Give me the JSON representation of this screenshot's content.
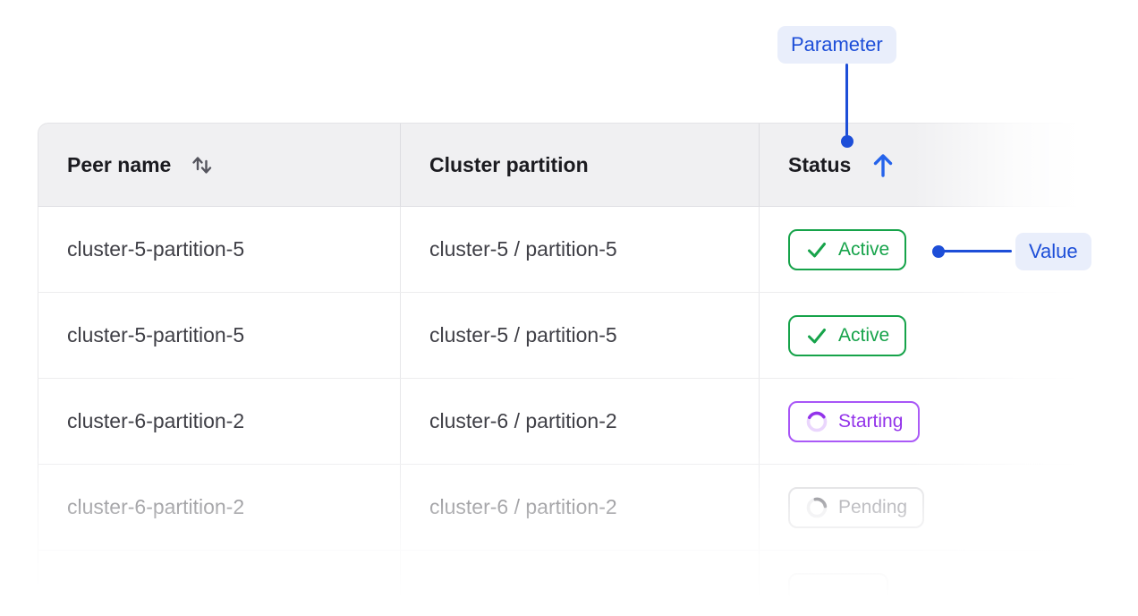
{
  "annotations": {
    "parameter_chip": "Parameter",
    "value_chip": "Value"
  },
  "colors": {
    "annotation_blue": "#1d4ed8",
    "annotation_chip_bg": "#e9eefb",
    "active_green": "#16a34a",
    "starting_purple": "#a855f7",
    "pending_gray": "#71717a",
    "header_bg": "#f0f0f2"
  },
  "table": {
    "columns": [
      {
        "label": "Peer name",
        "sort_state": "sortable",
        "icon": "sort-updown-icon"
      },
      {
        "label": "Cluster partition",
        "sort_state": "none",
        "icon": ""
      },
      {
        "label": "Status",
        "sort_state": "ascending",
        "icon": "arrow-up-icon"
      }
    ],
    "rows": [
      {
        "peer_name": "cluster-5-partition-5",
        "cluster_partition": "cluster-5 / partition-5",
        "status": {
          "label": "Active",
          "variant": "active",
          "icon": "check-icon"
        }
      },
      {
        "peer_name": "cluster-5-partition-5",
        "cluster_partition": "cluster-5 / partition-5",
        "status": {
          "label": "Active",
          "variant": "active",
          "icon": "check-icon"
        }
      },
      {
        "peer_name": "cluster-6-partition-2",
        "cluster_partition": "cluster-6 / partition-2",
        "status": {
          "label": "Starting",
          "variant": "starting",
          "icon": "spinner-icon"
        }
      },
      {
        "peer_name": "cluster-6-partition-2",
        "cluster_partition": "cluster-6 / partition-2",
        "status": {
          "label": "Pending",
          "variant": "pending",
          "icon": "spinner-icon"
        }
      },
      {
        "peer_name": "",
        "cluster_partition": "",
        "status": {
          "label": "",
          "variant": "ghost",
          "icon": ""
        }
      }
    ]
  }
}
